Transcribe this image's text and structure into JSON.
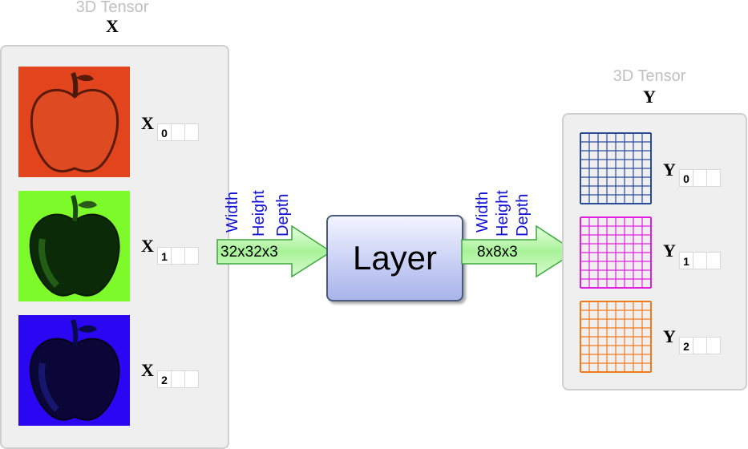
{
  "input": {
    "caption": "3D Tensor",
    "name": "X",
    "slices": [
      {
        "symbol": "X",
        "index": "0",
        "color": "#e2451e"
      },
      {
        "symbol": "X",
        "index": "1",
        "color": "#7dfa2a"
      },
      {
        "symbol": "X",
        "index": "2",
        "color": "#2b06f2"
      }
    ]
  },
  "arrow_in": {
    "dims": [
      "Width",
      "Height",
      "Depth"
    ],
    "label": "32x32x3"
  },
  "layer": {
    "label": "Layer"
  },
  "arrow_out": {
    "dims": [
      "Width",
      "Height",
      "Depth"
    ],
    "label": "8x8x3"
  },
  "output": {
    "caption": "3D Tensor",
    "name": "Y",
    "slices": [
      {
        "symbol": "Y",
        "index": "0",
        "color": "#2a4a9a"
      },
      {
        "symbol": "Y",
        "index": "1",
        "color": "#e21ee2"
      },
      {
        "symbol": "Y",
        "index": "2",
        "color": "#f07a1a"
      }
    ]
  },
  "colors": {
    "dim_text": "#1313d6",
    "arrow_fill": "#c8f7c0",
    "arrow_stroke": "#3ca83c",
    "caption_text": "#c0c0c0"
  },
  "icons": [
    "apple-icon",
    "grid-icon",
    "arrow-right-icon"
  ]
}
